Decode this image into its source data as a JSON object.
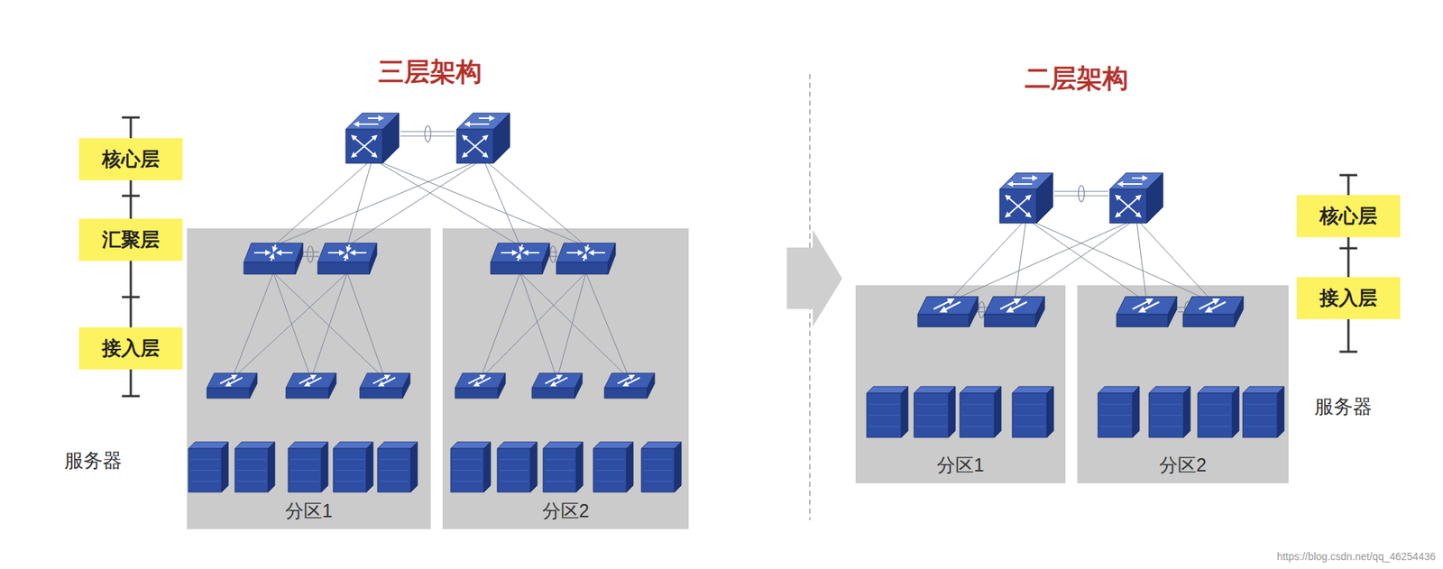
{
  "diagram": {
    "nodes": [
      {
        "text": [
          "核心层"
        ]
      },
      {
        "text": [
          "汇聚层"
        ]
      },
      {
        "text": [
          "接入层"
        ]
      },
      {
        "text": [
          "分区1"
        ]
      },
      {
        "text": [
          "分区2"
        ]
      },
      {
        "text": [
          "核心层"
        ]
      },
      {
        "text": [
          "接入层"
        ]
      },
      {
        "text": [
          "分区1"
        ]
      },
      {
        "text": [
          "分区2"
        ]
      }
    ],
    "edges": [
      {
        "from": 0,
        "to": 1,
        "arrow": "none"
      },
      {
        "from": 1,
        "to": 2,
        "arrow": "none"
      },
      {
        "from": 5,
        "to": 6,
        "arrow": "none"
      }
    ],
    "labels": [
      "三层架构",
      "二层架构",
      "服务器",
      "服务器",
      "https://blog.csdn.net/qq_46254436"
    ]
  }
}
